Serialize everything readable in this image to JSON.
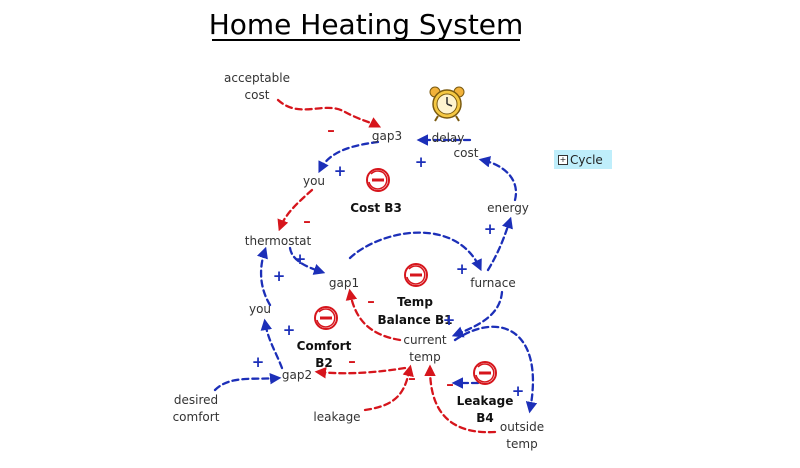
{
  "title": "Home Heating System",
  "nodes": {
    "acceptable_cost_line1": "acceptable",
    "acceptable_cost_line2": "cost",
    "gap3": "gap3",
    "delay": "delay",
    "cost": "cost",
    "you_top": "you",
    "energy": "energy",
    "thermostat": "thermostat",
    "gap1": "gap1",
    "furnace": "furnace",
    "you_left": "you",
    "current_temp_line1": "current",
    "current_temp_line2": "temp",
    "gap2": "gap2",
    "desired_comfort_line1": "desired",
    "desired_comfort_line2": "comfort",
    "leakage": "leakage",
    "outside_temp_line1": "outside",
    "outside_temp_line2": "temp"
  },
  "loops": {
    "cost_b3": "Cost B3",
    "temp_balance_line1": "Temp",
    "temp_balance_line2": "Balance B1",
    "comfort_line1": "Comfort",
    "comfort_line2": "B2",
    "leakage_line1": "Leakage",
    "leakage_line2": "B4"
  },
  "signs": {
    "plus": "+",
    "minus": "–"
  },
  "cycle_button": {
    "label": "Cycle",
    "toggle": "+"
  },
  "colors": {
    "positive_link": "#1c2fb8",
    "negative_link": "#d6151c",
    "cycle_bg": "#bfeefb"
  }
}
